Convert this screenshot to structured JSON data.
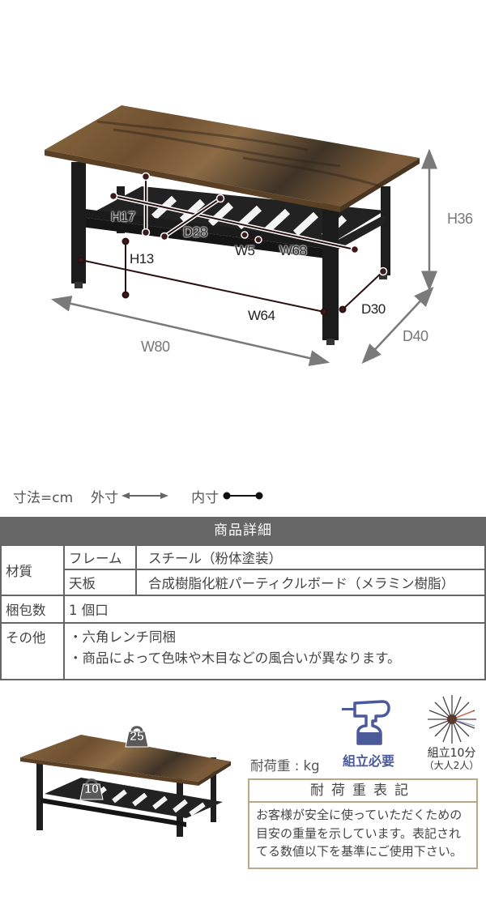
{
  "diagram": {
    "outer_dimensions": {
      "width": "W80",
      "depth": "D40",
      "height": "H36"
    },
    "inner_dimensions": {
      "shelf_height_gap": "H17",
      "shelf_floor_clearance": "H13",
      "shelf_depth": "D28",
      "slat_gap": "W5",
      "shelf_width": "W68",
      "leg_inner_width": "W64",
      "leg_inner_depth": "D30"
    },
    "colors": {
      "wood": "#7a5a36",
      "frame": "#1e1e1e",
      "outer_arrow": "#7a7a7a",
      "inner_marker": "#3a1a1a"
    }
  },
  "legend": {
    "unit": "寸法=cm",
    "outer_label": "外寸",
    "inner_label": "内寸",
    "outer_icon": "double-arrow-icon",
    "inner_icon": "dot-line-dot-icon"
  },
  "spec_table": {
    "title": "商品詳細",
    "header_bg": "#666666",
    "rows": [
      {
        "label": "材質",
        "sub_label": "フレーム",
        "value": "スチール（粉体塗装）"
      },
      {
        "label": "材質",
        "sub_label": "天板",
        "value": "合成樹脂化粧パーティクルボード（メラミン樹脂）"
      },
      {
        "label": "梱包数",
        "value": "1 個口"
      },
      {
        "label": "その他",
        "values": [
          "・六角レンチ同梱",
          "・商品によって色味や木目などの風合いが異なります。"
        ]
      }
    ]
  },
  "load": {
    "top_load": "25",
    "shelf_load": "10",
    "label": "耐荷重 : kg",
    "badge_color": "#5a5a5a"
  },
  "assembly": {
    "icon": "power-drill-icon",
    "label": "組立必要",
    "color": "#4a5a9a"
  },
  "assembly_time": {
    "icon": "clock-burst-icon",
    "line1": "組立10分",
    "line2": "（大人2人）"
  },
  "notice": {
    "title": "耐荷重表記",
    "body": "お客様が安全に使っていただくための目安の重量を示しています。表記されてる数値以下を基準にご使用下さい。",
    "border_color": "#b8a888"
  }
}
